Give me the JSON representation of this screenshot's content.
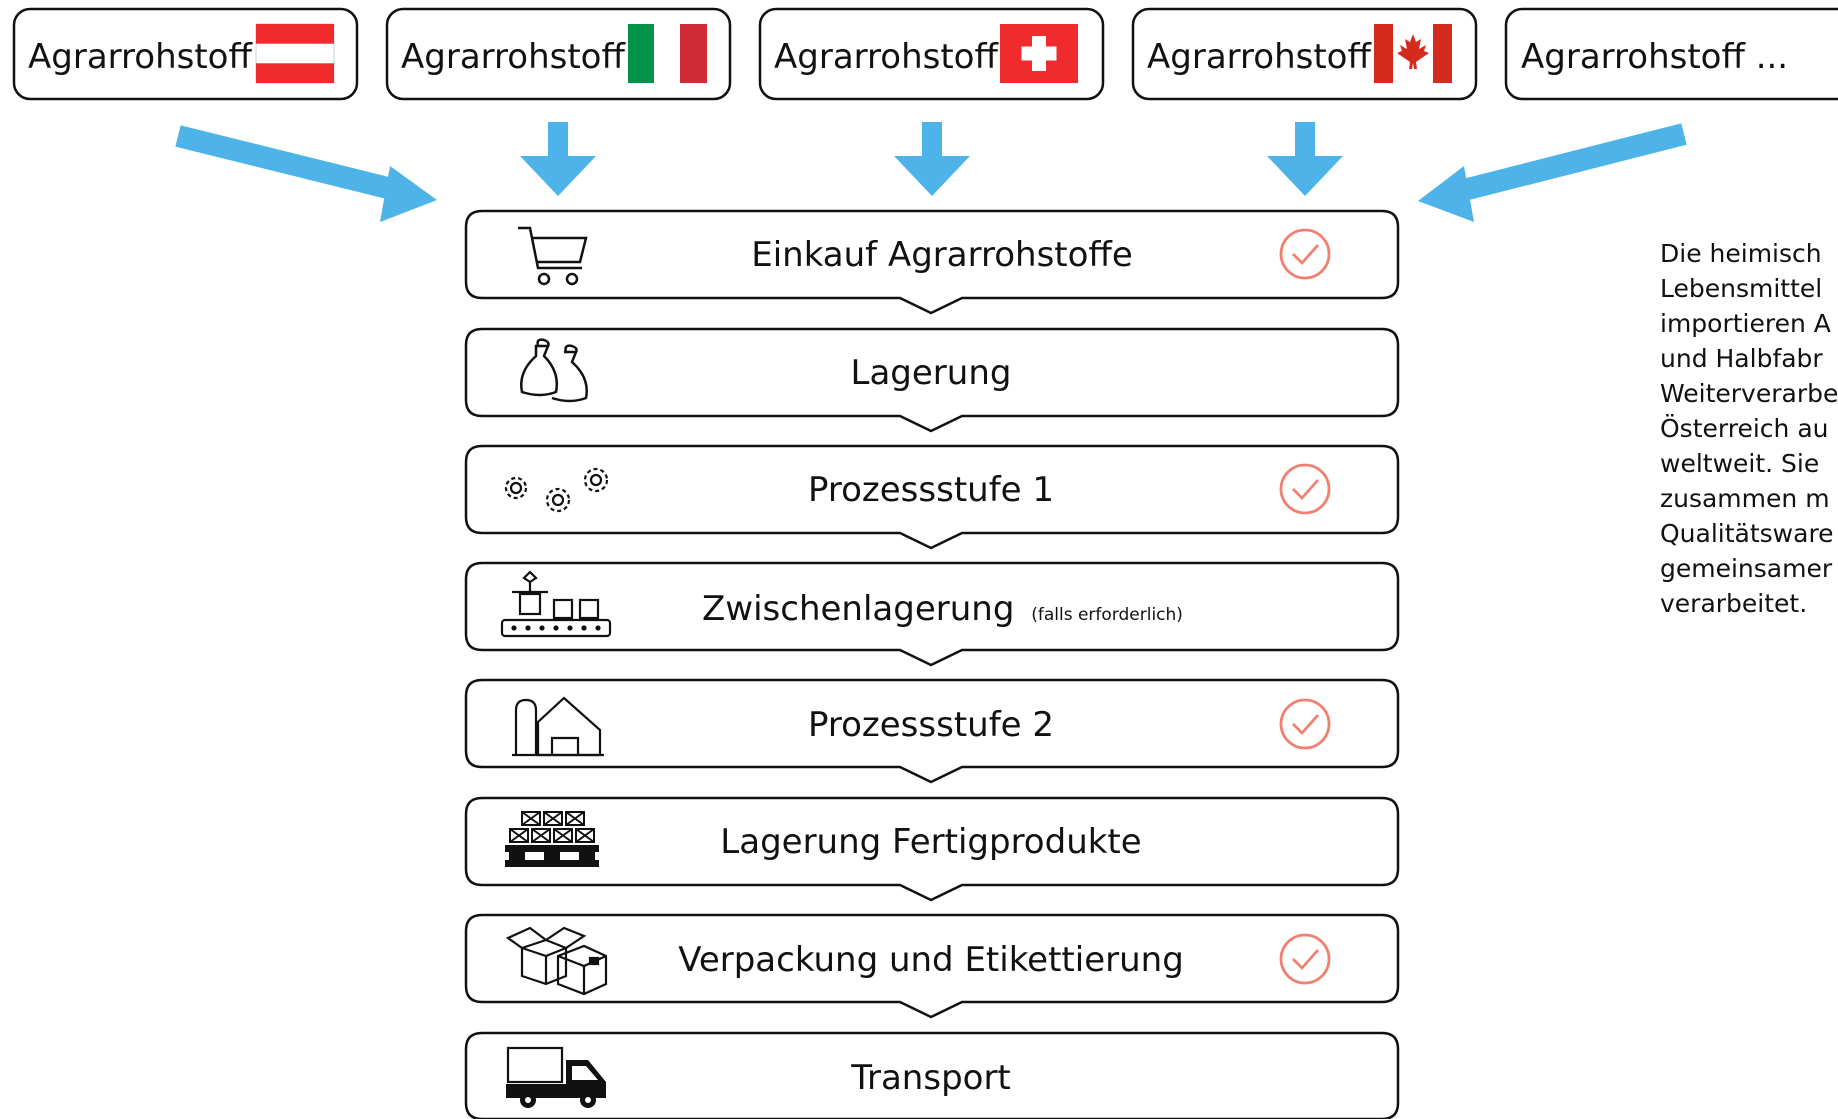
{
  "colors": {
    "arrow": "#4eb3e8",
    "check": "#f08070",
    "box_stroke": "#111111"
  },
  "sources": [
    {
      "label": "Agrarrohstoff",
      "flag": "austria-flag-icon"
    },
    {
      "label": "Agrarrohstoff",
      "flag": "italy-flag-icon"
    },
    {
      "label": "Agrarrohstoff",
      "flag": "switzerland-flag-icon"
    },
    {
      "label": "Agrarrohstoff",
      "flag": "canada-flag-icon"
    },
    {
      "label": "Agrarrohstoff ...",
      "flag": ""
    }
  ],
  "steps": [
    {
      "label": "Einkauf Agrarrohstoffe",
      "note": "",
      "icon": "shopping-cart-icon",
      "checked": true
    },
    {
      "label": "Lagerung",
      "note": "",
      "icon": "sacks-icon",
      "checked": false
    },
    {
      "label": "Prozessstufe 1",
      "note": "",
      "icon": "gears-icon",
      "checked": true
    },
    {
      "label": "Zwischenlagerung",
      "note": "(falls erforderlich)",
      "icon": "conveyor-icon",
      "checked": false
    },
    {
      "label": "Prozessstufe 2",
      "note": "",
      "icon": "factory-icon",
      "checked": true
    },
    {
      "label": "Lagerung Fertigprodukte",
      "note": "",
      "icon": "pallet-icon",
      "checked": false
    },
    {
      "label": "Verpackung und Etikettierung",
      "note": "",
      "icon": "boxes-icon",
      "checked": true
    },
    {
      "label": "Transport",
      "note": "",
      "icon": "truck-icon",
      "checked": false
    }
  ],
  "side_text_lines": [
    "Die heimisch",
    "Lebensmittel",
    "importieren A",
    "und Halbfabr",
    "Weiterverarbe",
    "Österreich au",
    "weltweit. Sie",
    "zusammen m",
    "Qualitätsware",
    "gemeinsamer",
    "verarbeitet."
  ]
}
